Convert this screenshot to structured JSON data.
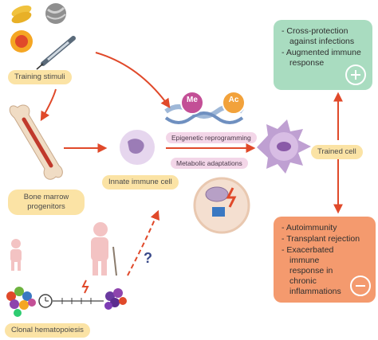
{
  "labels": {
    "training_stimuli": "Training stimuli",
    "bone_marrow": "Bone marrow progenitors",
    "innate_immune_cell": "Innate immune cell",
    "epigenetic": "Epigenetic reprogramming",
    "metabolic": "Metabolic adaptations",
    "trained_cell": "Trained cell",
    "clonal": "Clonal hematopoiesis",
    "me": "Me",
    "ac": "Ac",
    "question": "?"
  },
  "benefits": [
    "Cross-protection against infections",
    "Augmented immune response"
  ],
  "harms": [
    "Autoimmunity",
    "Transplant rejection",
    "Exacerbated immune response in chronic inflammations"
  ],
  "colors": {
    "arrow": "#e0492a",
    "label_bg": "#fbe3a5",
    "benefit_box": "#a9dcc0",
    "harm_box": "#f49a6e",
    "cell": "#c9a6d8",
    "me_badge": "#c34f96",
    "ac_badge": "#f2a23b"
  }
}
